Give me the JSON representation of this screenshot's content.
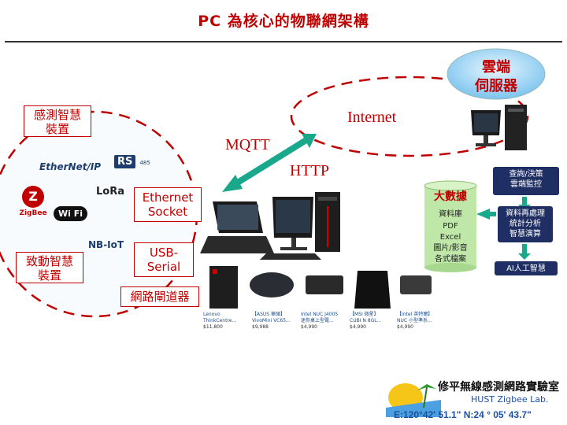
{
  "title": "PC 為核心的物聯網架構",
  "cloud": {
    "label": "雲端\n伺服器"
  },
  "sensing": {
    "label": "感測智慧\n裝置"
  },
  "actuating": {
    "label": "致動智慧\n裝置"
  },
  "protocols": {
    "internet": "Internet",
    "mqtt": "MQTT",
    "http": "HTTP"
  },
  "interfaces": {
    "ethernet": "Ethernet\nSocket",
    "usb": "USB-\nSerial",
    "gateway": "網路閘道器"
  },
  "logos": {
    "ethernet_ip": "EtherNet/IP",
    "rs485": "RS",
    "rs485_sub": "485",
    "zigbee": "ZigBee",
    "wifi": "Wi Fi",
    "lora": "LoRa",
    "nbiot": "NB-IoT"
  },
  "big_data": {
    "title": "大數據",
    "items": [
      "資料庫",
      "PDF",
      "Excel",
      "圖片/影音",
      "各式檔案"
    ]
  },
  "panels": {
    "query": "查詢/決策\n雲端監控",
    "analysis": "資料再處理\n統計分析\n智慧演算",
    "ai": "AI人工智慧"
  },
  "devices": [
    {
      "brand": "Lenovo",
      "model": "ThinkCentre...",
      "price": "$11,800"
    },
    {
      "brand": "【ASUS 華碩】",
      "model": "VivoMini VC65...",
      "price": "$9,988"
    },
    {
      "brand": "Intel NUC J4005",
      "model": "迷你桌上型電...",
      "price": "$4,990"
    },
    {
      "brand": "【MSI 微星】",
      "model": "CUBI N 8GL...",
      "price": "$4,990"
    },
    {
      "brand": "【Intel 英特爾】",
      "model": "NUC 小型準系...",
      "price": "$4,990"
    }
  ],
  "lab": {
    "name": "修平無線感測網路實驗室",
    "english": "HUST Zigbee Lab.",
    "coords": "E:120°42' 51.1\"  N:24 ° 05' 43.7\""
  },
  "colors": {
    "accent": "#c00000",
    "navy": "#1f2f63",
    "arrow": "#19a88b",
    "sensor_zone": "#f7fbfd"
  }
}
